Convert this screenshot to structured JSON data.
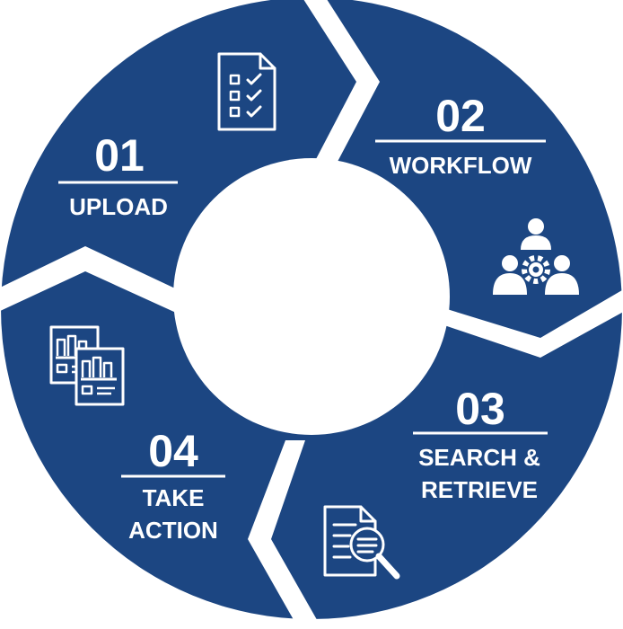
{
  "colors": {
    "ring": "#1c4682",
    "background": "#ffffff",
    "foreground": "#ffffff"
  },
  "steps": [
    {
      "number": "01",
      "title_lines": [
        "UPLOAD"
      ],
      "icon": "checklist-document-icon"
    },
    {
      "number": "02",
      "title_lines": [
        "WORKFLOW"
      ],
      "icon": "team-gear-icon"
    },
    {
      "number": "03",
      "title_lines": [
        "SEARCH &",
        "RETRIEVE"
      ],
      "icon": "document-magnifier-icon"
    },
    {
      "number": "04",
      "title_lines": [
        "TAKE",
        "ACTION"
      ],
      "icon": "report-documents-icon"
    }
  ]
}
